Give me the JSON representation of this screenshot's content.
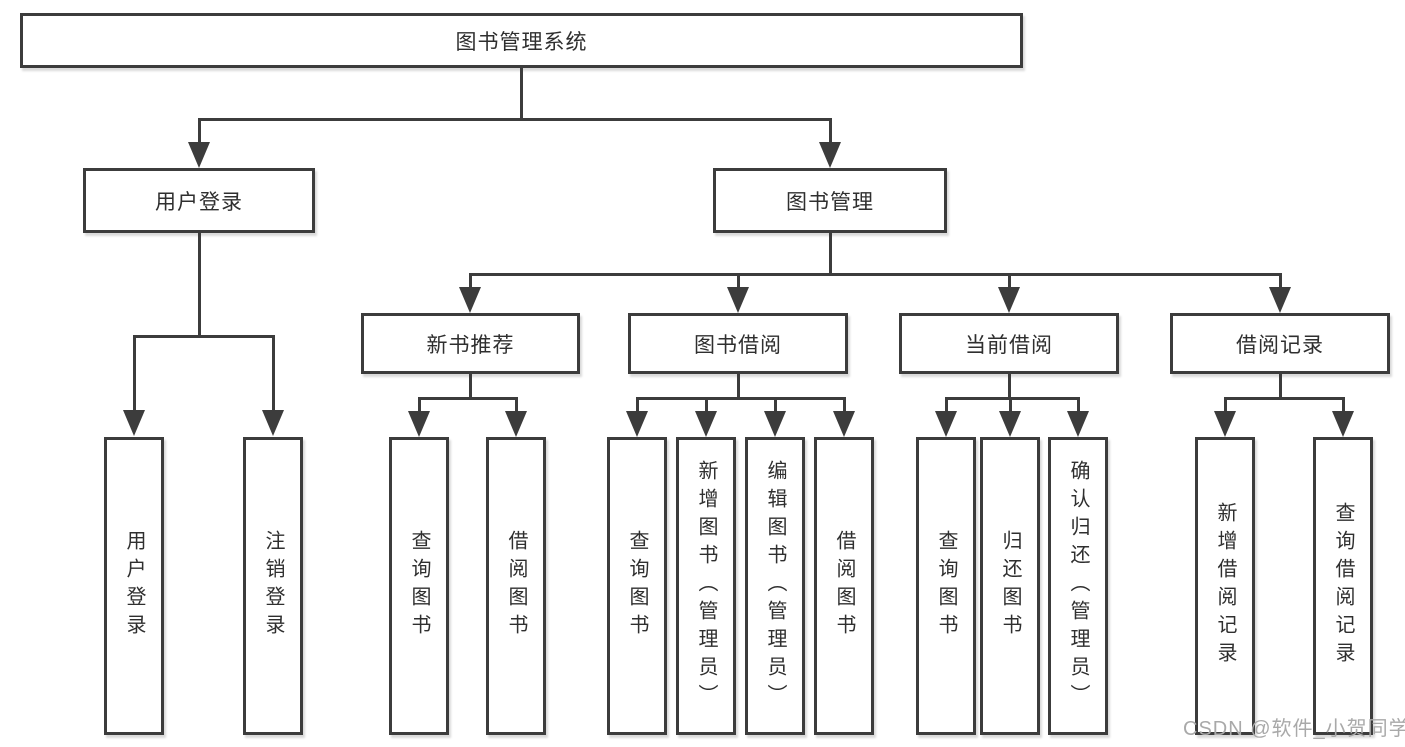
{
  "diagram_title": "图书管理系统",
  "nodes": {
    "root": "图书管理系统",
    "user_login": "用户登录",
    "book_mgmt": "图书管理",
    "new_book_rec": "新书推荐",
    "book_borrow": "图书借阅",
    "current_borrow": "当前借阅",
    "borrow_record": "借阅记录",
    "leaves": {
      "user_login": "用户登录",
      "logout": "注销登录",
      "search_book_rec": "查询图书",
      "borrow_book_rec": "借阅图书",
      "search_book_borrow": "查询图书",
      "add_book": "新增图书（管理员）",
      "edit_book": "编辑图书（管理员）",
      "borrow_book_2": "借阅图书",
      "search_book_current": "查询图书",
      "return_book": "归还图书",
      "confirm_return": "确认归还（管理员）",
      "add_borrow_record": "新增借阅记录",
      "search_borrow_record": "查询借阅记录"
    }
  },
  "watermark": "CSDN @软件_小贺同学",
  "colors": {
    "line": "#3c3c3c",
    "box_border": "#3c3c3c",
    "text": "#2f2f2f",
    "watermark": "#a9a9a9",
    "background": "#ffffff"
  }
}
